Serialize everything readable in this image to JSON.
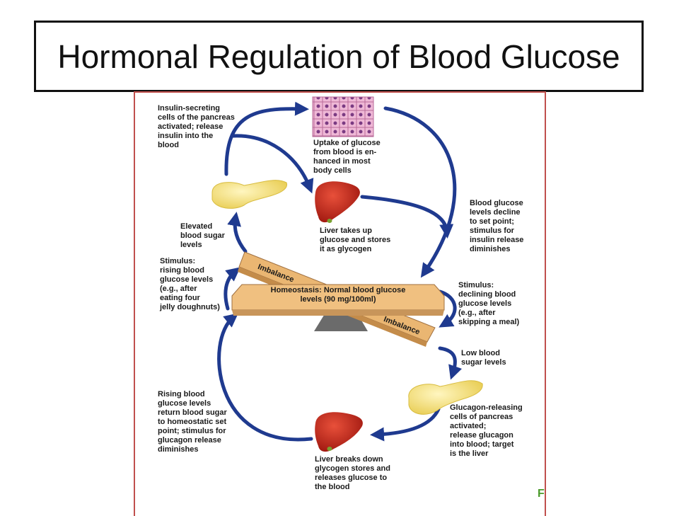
{
  "title": "Hormonal Regulation of Blood Glucose",
  "labels": {
    "insulin_cells": "Insulin-secreting\ncells of the pancreas\nactivated; release\ninsulin into the\nblood",
    "uptake": "Uptake of glucose\nfrom blood is en-\nhanced in most\nbody cells",
    "liver_stores": "Liver takes up\nglucose and stores\nit as glycogen",
    "decline": "Blood glucose\nlevels decline\nto set point;\nstimulus for\ninsulin release\ndiminishes",
    "elevated": "Elevated\nblood sugar\nlevels",
    "stim_rising": "Stimulus:\nrising blood\nglucose levels\n(e.g., after\neating four\njelly doughnuts)",
    "stim_declining": "Stimulus:\ndeclining blood\nglucose levels\n(e.g., after\nskipping a meal)",
    "low": "Low blood\nsugar levels",
    "glucagon_cells": "Glucagon-releasing\ncells of pancreas\nactivated;\nrelease glucagon\ninto blood; target\nis the liver",
    "rising_return": "Rising blood\nglucose levels\nreturn blood sugar\nto homeostatic set\npoint; stimulus for\nglucagon release\ndiminishes",
    "liver_breaks": "Liver breaks down\nglycogen stores and\nreleases glucose to\nthe blood",
    "imbalance_top": "Imbalance",
    "imbalance_bottom": "Imbalance",
    "homeostasis": "Homeostasis: Normal blood glucose\nlevels (90 mg/100ml)",
    "corner": "F"
  },
  "colors": {
    "arrow": "#1f3a8f",
    "beam": "#f0c080",
    "beam_edge": "#a07040",
    "fulcrum": "#6b6b6b",
    "liver": "#c8281e",
    "pancreas": "#f2dc72",
    "cells": "#e6a0c8",
    "frame_border": "#c0504d"
  }
}
